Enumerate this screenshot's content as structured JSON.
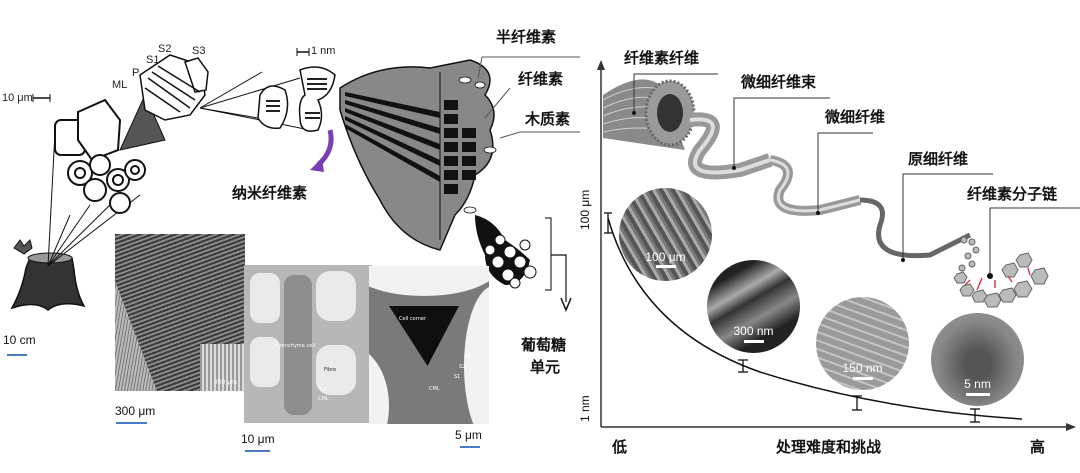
{
  "left_panel": {
    "hierarchy_labels": {
      "ml": "ML",
      "p": "P",
      "s1": "S1",
      "s2": "S2",
      "s3": "S3",
      "scale_10um": "10 μm",
      "scale_1nm": "1 nm"
    },
    "component_labels": {
      "hemicellulose": "半纤维素",
      "cellulose": "纤维素",
      "lignin": "木质素",
      "nanocellulose": "纳米纤维素",
      "glucose_unit_line1": "葡萄糖",
      "glucose_unit_line2": "单元"
    },
    "micrographs": [
      {
        "scale": "300 μm",
        "inner_scale": "300 μm"
      },
      {
        "scale": "10 μm",
        "inner_labels": [
          "Parenchyma cell",
          "Fibre",
          "S2",
          "CML"
        ]
      },
      {
        "scale": "5 μm",
        "inner_labels": [
          "Cell corner",
          "S1",
          "S2",
          "S1",
          "CML"
        ]
      }
    ],
    "tree_scale": "10 cm",
    "colors": {
      "arrow": "#7b3fb5",
      "scale_bar": "#4a7cc4"
    }
  },
  "right_panel": {
    "y_axis": {
      "top_label": "100 μm",
      "bottom_label": "1 nm"
    },
    "x_axis": {
      "low": "低",
      "title": "处理难度和挑战",
      "high": "高"
    },
    "structure_labels": [
      "纤维素纤维",
      "微细纤维束",
      "微细纤维",
      "原细纤维",
      "纤维素分子链"
    ],
    "micrograph_circles": [
      {
        "scale": "100 μm"
      },
      {
        "scale": "300 nm"
      },
      {
        "scale": "150 nm"
      },
      {
        "scale": "5 nm"
      }
    ],
    "colors": {
      "chain_link": "#d04050",
      "hexagon": "#bbbbbb"
    }
  }
}
